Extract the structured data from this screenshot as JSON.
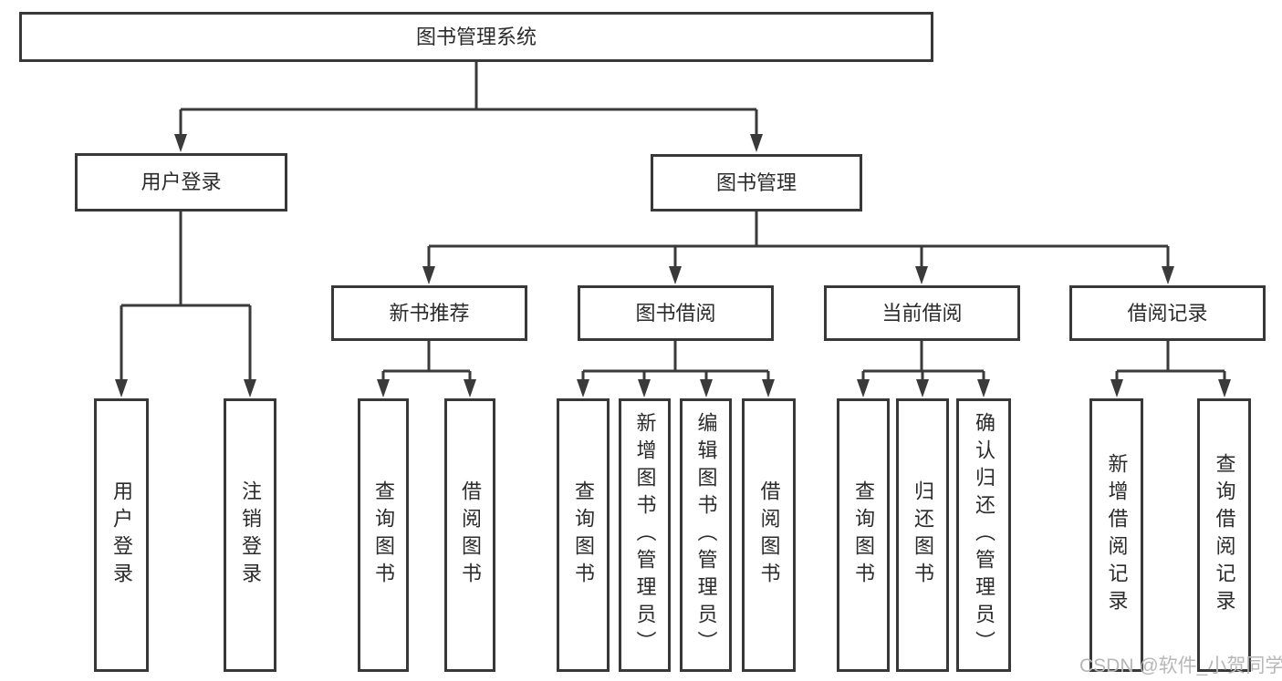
{
  "diagram_title": "图书管理系统",
  "colors": {
    "line": "#3a3a3a",
    "box_border": "#383838",
    "text": "#2b2b2b",
    "watermark": "#b7b7b7",
    "background": "#ffffff"
  },
  "nodes": {
    "root": {
      "label": "图书管理系统"
    },
    "level2": [
      {
        "label": "用户登录"
      },
      {
        "label": "图书管理"
      }
    ],
    "level3": [
      {
        "label": "新书推荐"
      },
      {
        "label": "图书借阅"
      },
      {
        "label": "当前借阅"
      },
      {
        "label": "借阅记录"
      }
    ],
    "leaves": [
      {
        "label": "用户登录",
        "parent": "用户登录"
      },
      {
        "label": "注销登录",
        "parent": "用户登录"
      },
      {
        "label": "查询图书",
        "parent": "新书推荐"
      },
      {
        "label": "借阅图书",
        "parent": "新书推荐"
      },
      {
        "label": "查询图书",
        "parent": "图书借阅"
      },
      {
        "label": "新增图书（管理员）",
        "parent": "图书借阅"
      },
      {
        "label": "编辑图书（管理员）",
        "parent": "图书借阅"
      },
      {
        "label": "借阅图书",
        "parent": "图书借阅"
      },
      {
        "label": "查询图书",
        "parent": "当前借阅"
      },
      {
        "label": "归还图书",
        "parent": "当前借阅"
      },
      {
        "label": "确认归还（管理员）",
        "parent": "当前借阅"
      },
      {
        "label": "新增借阅记录",
        "parent": "借阅记录"
      },
      {
        "label": "查询借阅记录",
        "parent": "借阅记录"
      }
    ]
  },
  "watermark": {
    "text": "CSDN @软件_小贺同学"
  }
}
